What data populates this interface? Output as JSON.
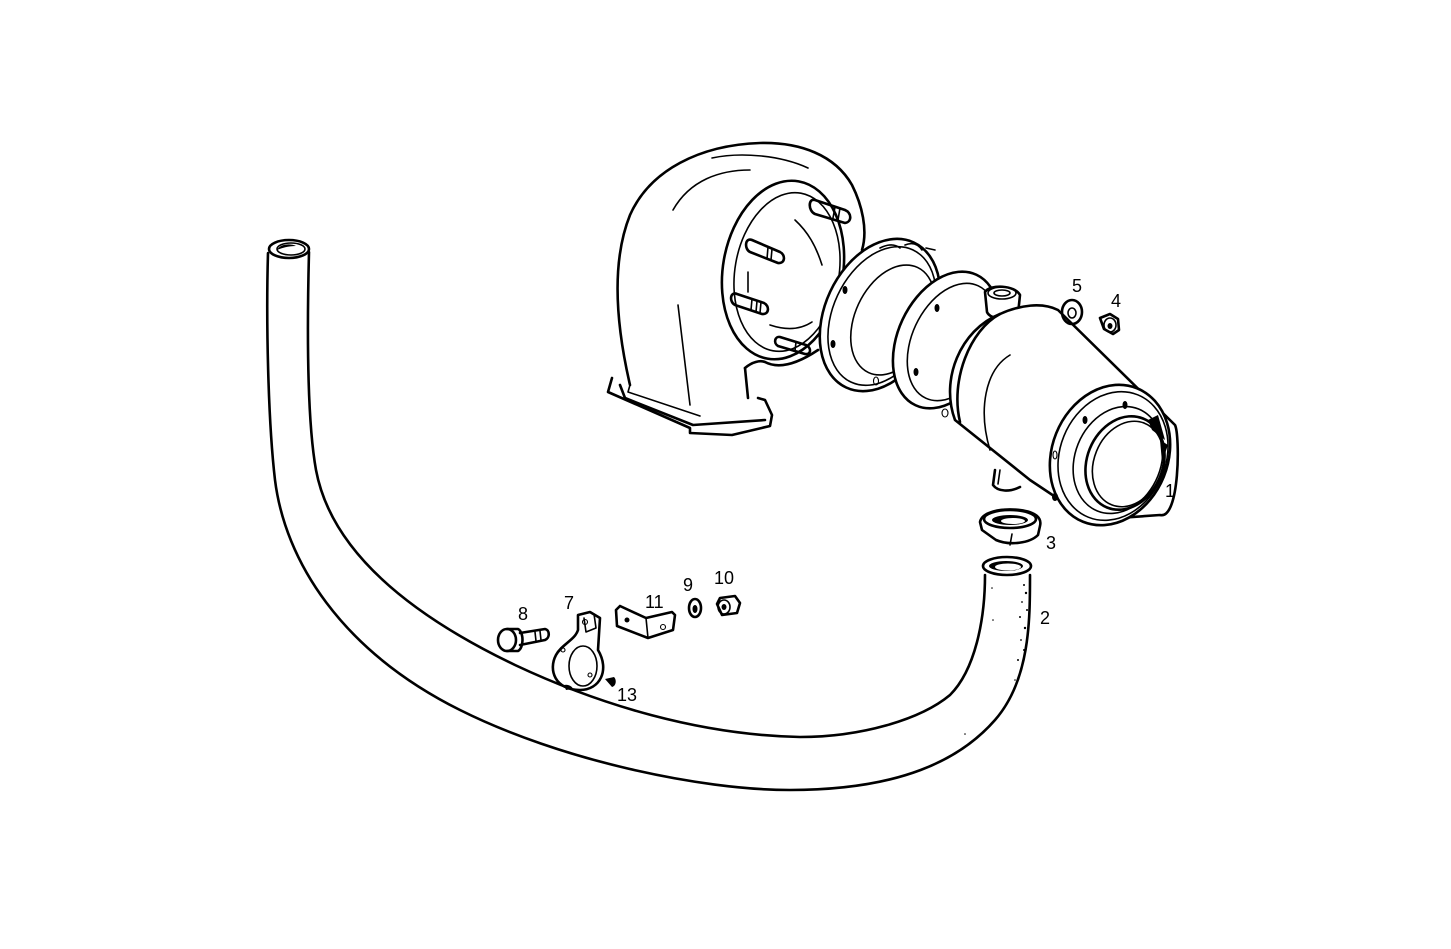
{
  "diagram": {
    "type": "exploded-parts-diagram",
    "background": "#ffffff",
    "line_color": "#000000",
    "parts": [
      {
        "id": "turbo-housing",
        "label": ""
      },
      {
        "id": "gasket",
        "label": ""
      },
      {
        "id": "silencer-body",
        "label": "1"
      },
      {
        "id": "hose-main",
        "label": "2"
      },
      {
        "id": "hose-nut",
        "label": "3"
      },
      {
        "id": "nut-large",
        "label": "4"
      },
      {
        "id": "washer-large",
        "label": "5"
      },
      {
        "id": "clamp",
        "label": "7"
      },
      {
        "id": "bolt",
        "label": "8"
      },
      {
        "id": "washer-small",
        "label": "9"
      },
      {
        "id": "nut-small",
        "label": "10"
      },
      {
        "id": "bracket",
        "label": "11"
      },
      {
        "id": "rivet",
        "label": "13"
      }
    ]
  },
  "callouts": {
    "c1": "1",
    "c2": "2",
    "c3": "3",
    "c4": "4",
    "c5": "5",
    "c7": "7",
    "c8": "8",
    "c9": "9",
    "c10": "10",
    "c11": "11",
    "c13": "13"
  }
}
